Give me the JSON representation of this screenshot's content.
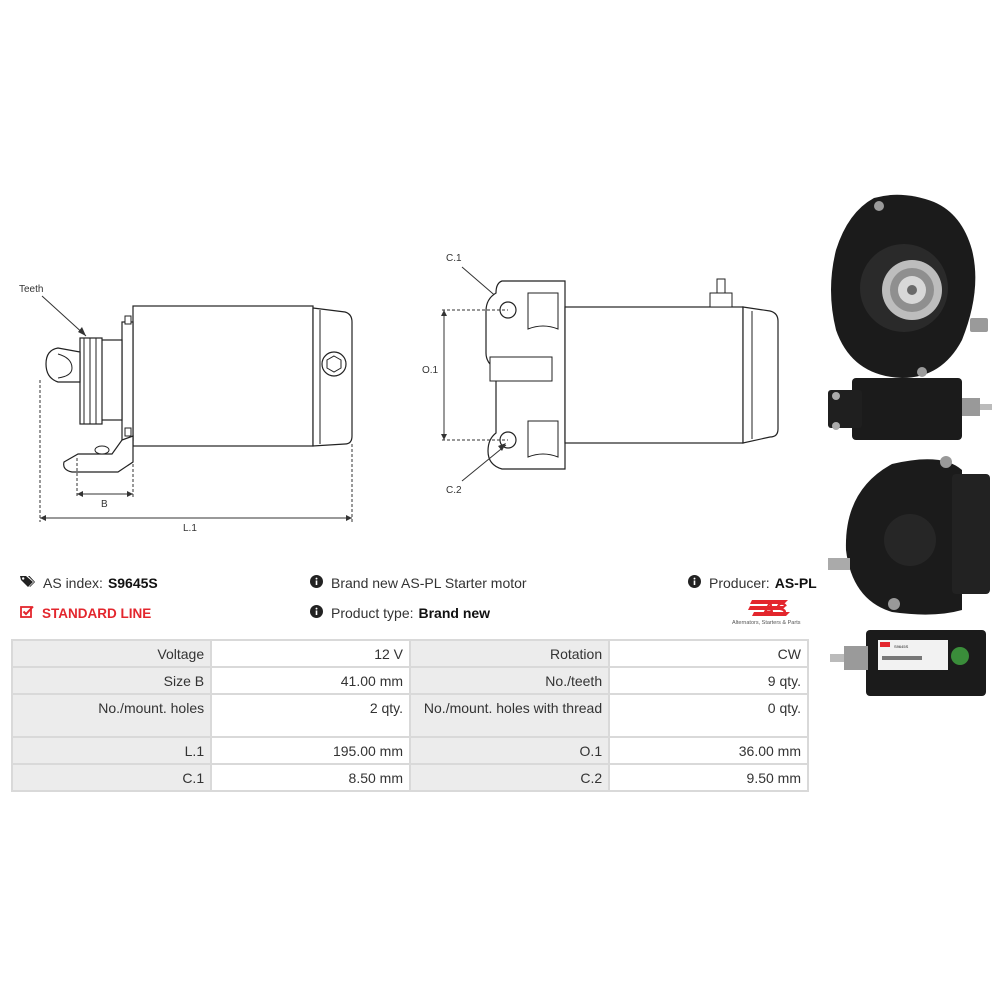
{
  "drawing_labels": {
    "teeth": "Teeth",
    "b": "B",
    "l1": "L.1",
    "c1": "C.1",
    "o1": "O.1",
    "c2": "C.2"
  },
  "info": {
    "as_index_label": "AS index:",
    "as_index_value": "S9645S",
    "line_label": "STANDARD LINE",
    "description": "Brand new AS-PL Starter motor",
    "product_type_label": "Product type:",
    "product_type_value": "Brand new",
    "producer_label": "Producer:",
    "producer_value": "AS-PL",
    "logo_text": "AS",
    "logo_subtitle": "Alternators, Starters & Parts"
  },
  "photo_label": {
    "code": "S9645S"
  },
  "colors": {
    "accent_red": "#e3262d",
    "label_bg": "#ececec",
    "border": "#d9d9d9",
    "product_black": "#1b1b1b"
  },
  "specs": [
    [
      {
        "label": "Voltage",
        "value": "12 V"
      },
      {
        "label": "Rotation",
        "value": "CW"
      }
    ],
    [
      {
        "label": "Size B",
        "value": "41.00 mm"
      },
      {
        "label": "No./teeth",
        "value": "9 qty."
      }
    ],
    [
      {
        "label": "No./mount. holes",
        "value": "2 qty."
      },
      {
        "label": "No./mount. holes with thread",
        "value": "0 qty."
      }
    ],
    [
      {
        "label": "L.1",
        "value": "195.00 mm"
      },
      {
        "label": "O.1",
        "value": "36.00 mm"
      }
    ],
    [
      {
        "label": "C.1",
        "value": "8.50 mm"
      },
      {
        "label": "C.2",
        "value": "9.50 mm"
      }
    ]
  ]
}
